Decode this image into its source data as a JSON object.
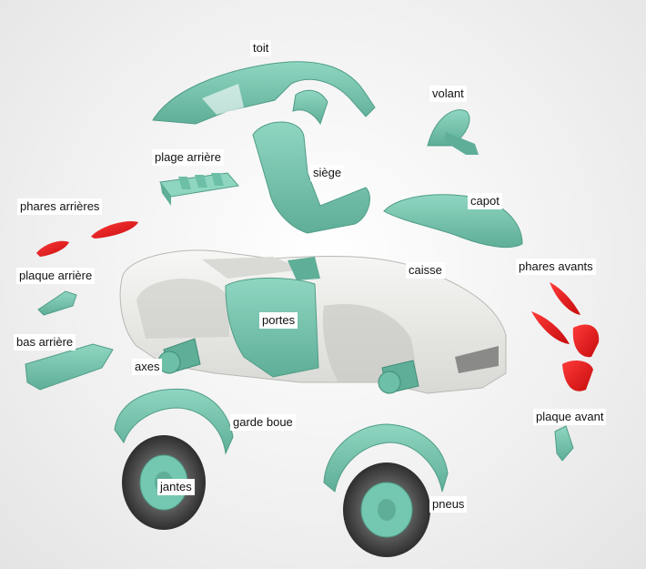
{
  "colors": {
    "teal": "#74c7b0",
    "teal_dark": "#4f9d87",
    "red": "#e01414",
    "body_white": "#ececea",
    "tire": "#4a4a4a"
  },
  "labels": {
    "toit": "toit",
    "volant": "volant",
    "plage_arriere": "plage arrière",
    "siege": "siège",
    "capot": "capot",
    "phares_arrieres": "phares arrières",
    "caisse": "caisse",
    "phares_avants": "phares avants",
    "plaque_arriere": "plaque arrière",
    "portes": "portes",
    "bas_arriere": "bas arrière",
    "axes": "axes",
    "garde_boue": "garde boue",
    "plaque_avant": "plaque avant",
    "jantes": "jantes",
    "pneus": "pneus"
  }
}
